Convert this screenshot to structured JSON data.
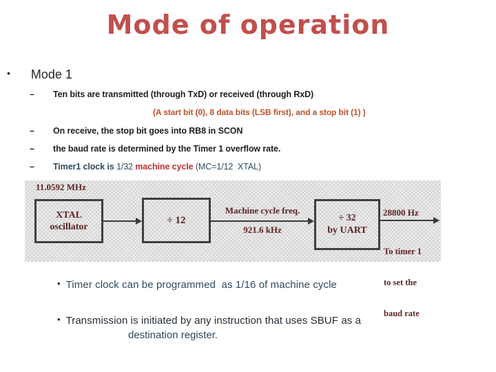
{
  "title": {
    "text": "Mode of operation",
    "color": "#c0504d"
  },
  "mode1": {
    "bullet": "•",
    "label": "Mode 1"
  },
  "sub": {
    "dash": "–",
    "ten_bits": "Ten bits are transmitted (through TxD) or received (through RxD)",
    "start_bit_note": "(A start bit (0), 8 data bits (LSB first), and a stop bit (1) )",
    "on_receive": "On receive, the stop bit goes into RB8 in SCON",
    "baud_rate": "the baud rate is determined by the Timer 1 overflow rate.",
    "timer1": {
      "p1": "Timer1 clock is ",
      "p2": "1/32 ",
      "p3": "machine cycle ",
      "p4": "(MC=1/12  XTAL)"
    }
  },
  "diagram": {
    "xtal_freq": "11.0592 MHz",
    "xtal_box": {
      "line1": "XTAL",
      "line2": "oscillator"
    },
    "div12_box": "÷ 12",
    "machine_cycle_label": "Machine cycle freq.",
    "machine_cycle_freq": "921.6 kHz",
    "div32_box": {
      "line1": "÷ 32",
      "line2": "by UART"
    },
    "uart_freq": "28800 Hz",
    "out_note": {
      "line1": "To timer 1",
      "line2": "to set the",
      "line3": "baud rate"
    }
  },
  "bottom": {
    "bullet": "•",
    "timer_clock": "Timer clock can be programmed  as 1/16 of machine cycle",
    "transmission_line1": "Transmission is initiated by any instruction that uses SBUF as a",
    "transmission_line2": "destination register."
  },
  "colors": {
    "title_red": "#c0504d",
    "note_orange": "#c0502a",
    "navy": "#2e4a5e",
    "machine_cycle_red": "#b83232",
    "diagram_maroon": "#5e2323",
    "body_text": "#1f1f1f"
  }
}
